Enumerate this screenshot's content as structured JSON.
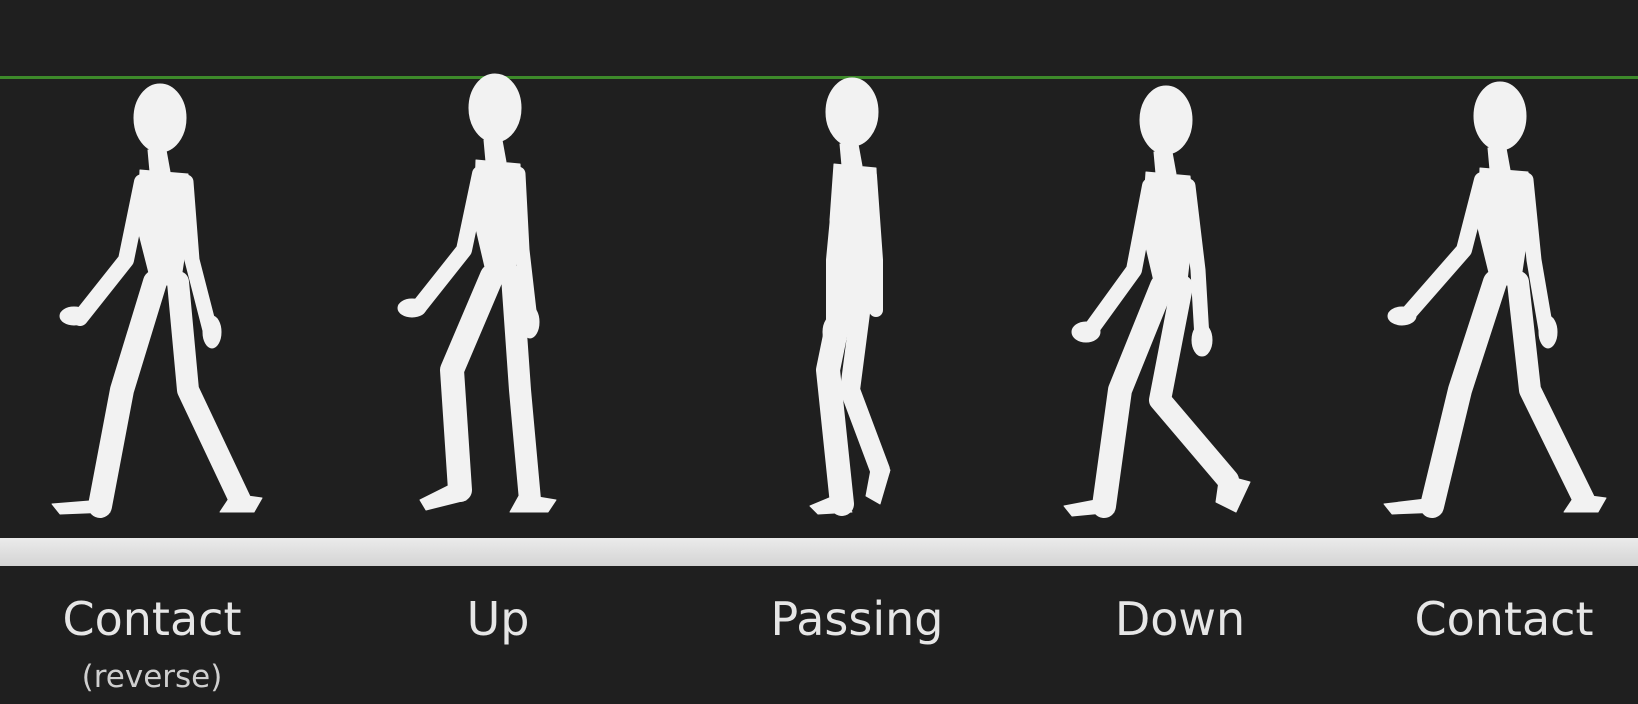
{
  "colors": {
    "background": "#1f1f1f",
    "height_line": "#3d8a2a",
    "ground": "#e0e0e0",
    "figure": "#f2f2f2",
    "label_text": "#e6e6e6"
  },
  "walk_cycle": {
    "poses": [
      {
        "label": "Contact",
        "sublabel": "(reverse)"
      },
      {
        "label": "Up"
      },
      {
        "label": "Passing"
      },
      {
        "label": "Down"
      },
      {
        "label": "Contact"
      }
    ]
  }
}
